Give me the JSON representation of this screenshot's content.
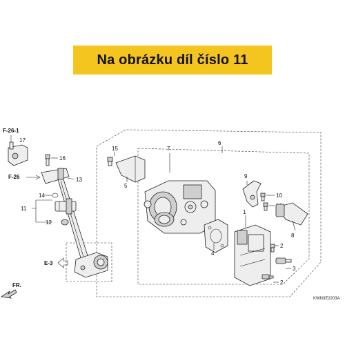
{
  "banner": {
    "text": "Na obrázku díl číslo 11",
    "color": "#f4c41f"
  },
  "diagram": {
    "code": "KWN3E2203A",
    "direction": "FR.",
    "refs": [
      "F-26-1",
      "F-26",
      "E-3"
    ],
    "callouts": [
      "1",
      "2",
      "2",
      "3",
      "4",
      "5",
      "6",
      "7",
      "8",
      "9",
      "10",
      "10",
      "11",
      "12",
      "13",
      "14",
      "15",
      "16",
      "17"
    ]
  }
}
